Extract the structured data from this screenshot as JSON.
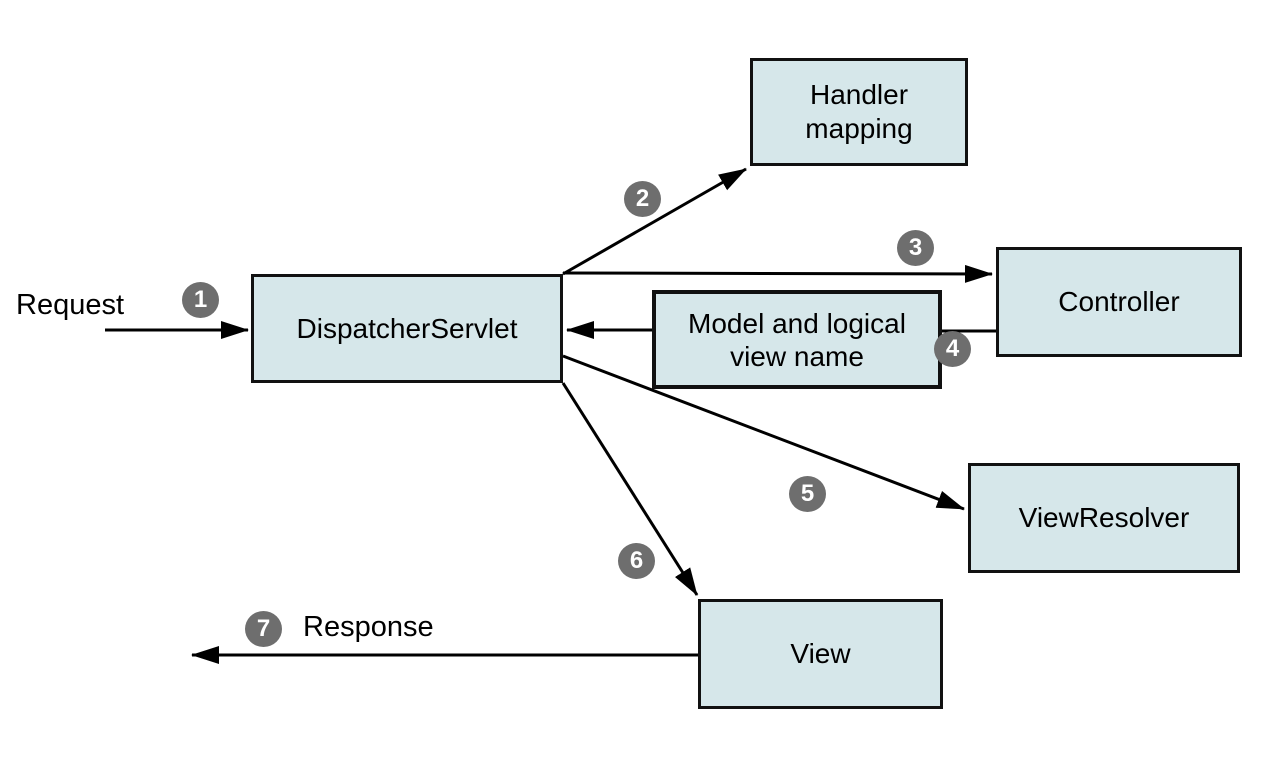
{
  "colors": {
    "background": "#ffffff",
    "box_fill": "#d6e7ea",
    "box_border": "#111111",
    "badge_fill": "#6e6e6e",
    "badge_text": "#ffffff",
    "arrow": "#000000"
  },
  "labels": {
    "request": "Request",
    "response": "Response"
  },
  "nodes": {
    "handler_mapping": {
      "line1": "Handler",
      "line2": "mapping"
    },
    "dispatcher": {
      "label": "DispatcherServlet"
    },
    "controller": {
      "label": "Controller"
    },
    "model_view": {
      "line1": "Model and logical",
      "line2": "view name"
    },
    "view_resolver": {
      "label": "ViewResolver"
    },
    "view": {
      "label": "View"
    }
  },
  "steps": [
    "1",
    "2",
    "3",
    "4",
    "5",
    "6",
    "7"
  ]
}
